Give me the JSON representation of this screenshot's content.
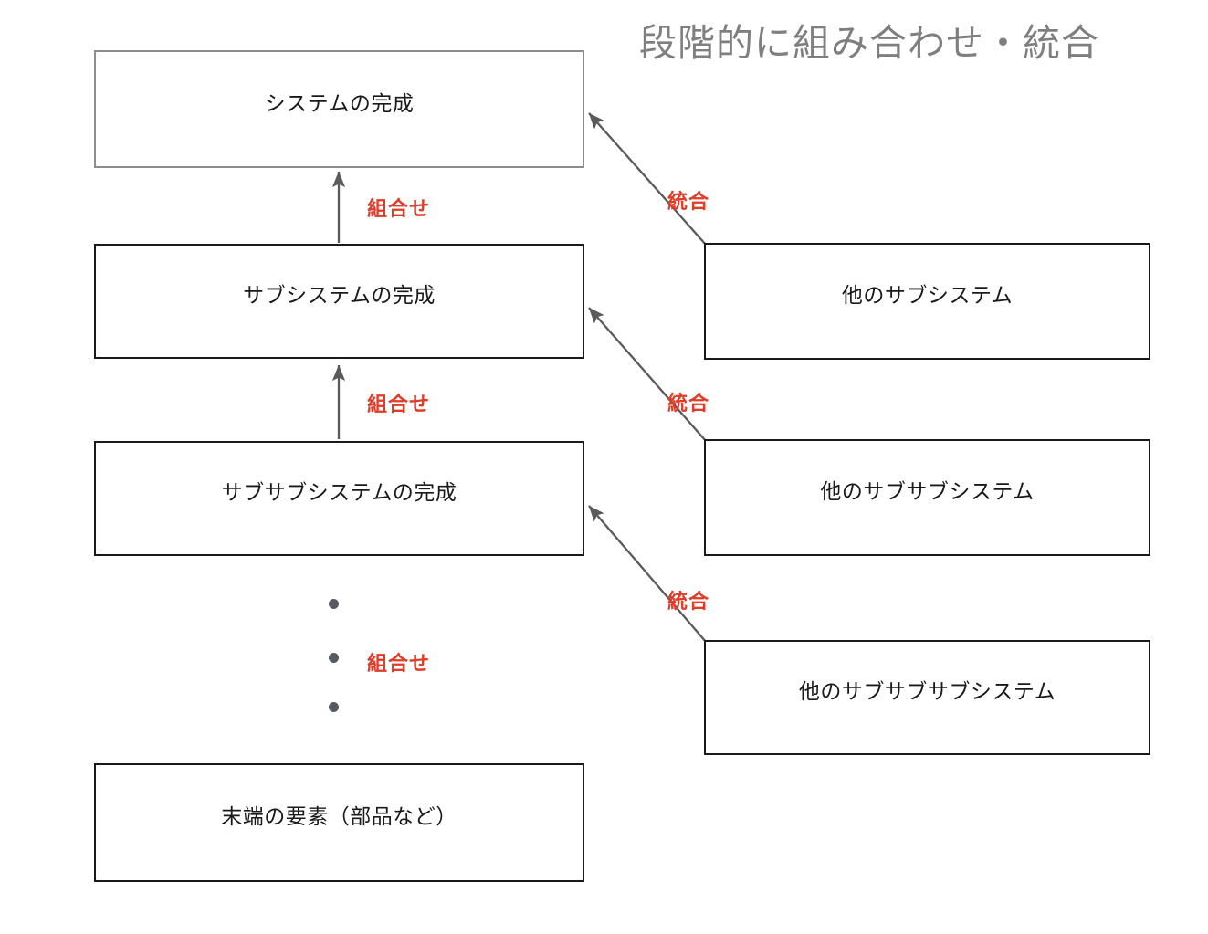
{
  "title": "段階的に組み合わせ・統合",
  "colors": {
    "accent_red": "#e03c28",
    "title_gray": "#7f7f7f",
    "arrow_gray": "#5a5a5a",
    "box_border_gray": "#8c8c8c",
    "box_border_dark": "#1a1a1a",
    "dot_gray": "#555a60",
    "background": "#ffffff"
  },
  "boxes": {
    "left_column": [
      {
        "id": "system",
        "label": "システムの完成"
      },
      {
        "id": "subsystem",
        "label": "サブシステムの完成"
      },
      {
        "id": "subsubsystem",
        "label": "サブサブシステムの完成"
      },
      {
        "id": "leaf",
        "label": "末端の要素（部品など）"
      }
    ],
    "right_column": [
      {
        "id": "other-sub",
        "label": "他のサブシステム"
      },
      {
        "id": "other-subsub",
        "label": "他のサブサブシステム"
      },
      {
        "id": "other-subsubsub",
        "label": "他のサブサブサブシステム"
      }
    ]
  },
  "edge_labels": {
    "combine": [
      "組合せ",
      "組合せ",
      "組合せ"
    ],
    "integrate": [
      "統合",
      "統合",
      "統合"
    ]
  },
  "ellipsis": {
    "dot_count": 3
  }
}
